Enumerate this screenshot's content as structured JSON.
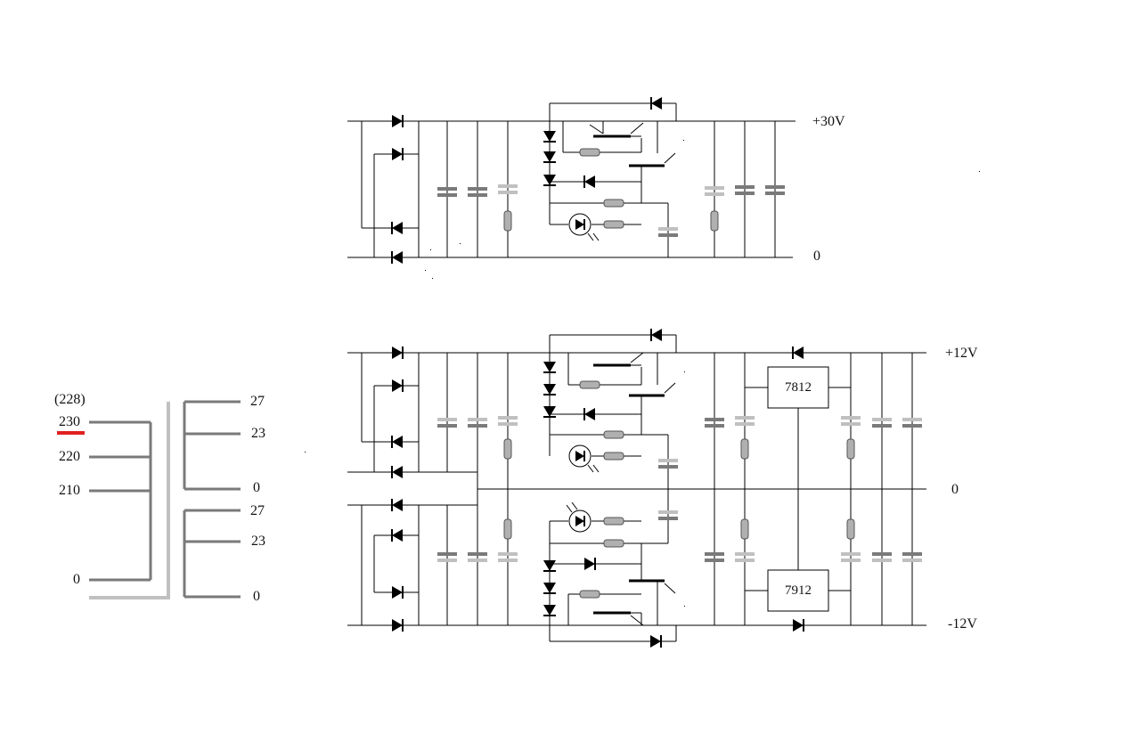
{
  "top_supply": {
    "output_label": "+30V",
    "ground_label": "0"
  },
  "bottom_supply": {
    "pos_label": "+12V",
    "ground_label": "0",
    "neg_label": "-12V",
    "pos_regulator": "7812",
    "neg_regulator": "7912"
  },
  "transformer": {
    "primary_note": "(228)",
    "primary_taps": [
      "230",
      "220",
      "210",
      "0"
    ],
    "secondary_upper_taps": [
      "27",
      "23",
      "0"
    ],
    "secondary_lower_taps": [
      "27",
      "23",
      "0"
    ],
    "selected_tap_color": "#e02020"
  },
  "colors": {
    "wire": "#000000",
    "component_dark": "#7a7a7a",
    "component_light": "#c0c0c0",
    "highlight": "#e02020"
  }
}
